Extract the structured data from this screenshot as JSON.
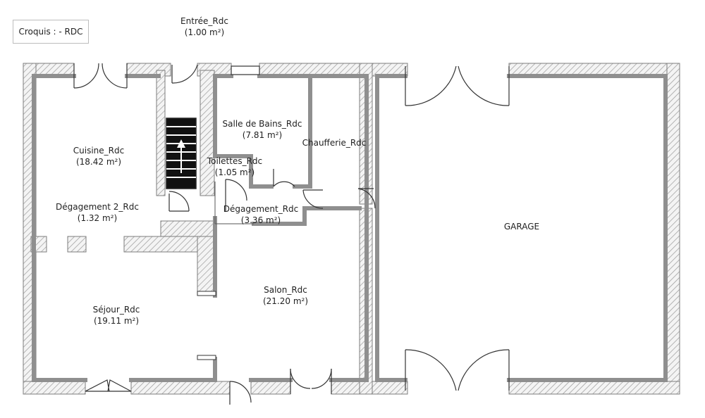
{
  "title": "Croquis : - RDC",
  "rooms": [
    {
      "id": "entree",
      "name": "Entrée_Rdc",
      "area": "(1.00 m²)"
    },
    {
      "id": "cuisine",
      "name": "Cuisine_Rdc",
      "area": "(18.42 m²)"
    },
    {
      "id": "degagement2",
      "name": "Dégagement 2_Rdc",
      "area": "(1.32 m²)"
    },
    {
      "id": "sdb",
      "name": "Salle de Bains_Rdc",
      "area": "(7.81 m²)"
    },
    {
      "id": "toilettes",
      "name": "Toilettes_Rdc",
      "area": "(1.05 m²)"
    },
    {
      "id": "chaufferie",
      "name": "Chaufferie_Rdc",
      "area": ""
    },
    {
      "id": "degagement",
      "name": "Dégagement_Rdc",
      "area": "(3.36 m²)"
    },
    {
      "id": "salon",
      "name": "Salon_Rdc",
      "area": "(21.20 m²)"
    },
    {
      "id": "sejour",
      "name": "Séjour_Rdc",
      "area": "(19.11 m²)"
    },
    {
      "id": "garage",
      "name": "GARAGE",
      "area": ""
    }
  ],
  "colors": {
    "wall": "#8f8f8f",
    "hatch": "#a9a9a9",
    "door": "#333333",
    "text": "#222222"
  }
}
